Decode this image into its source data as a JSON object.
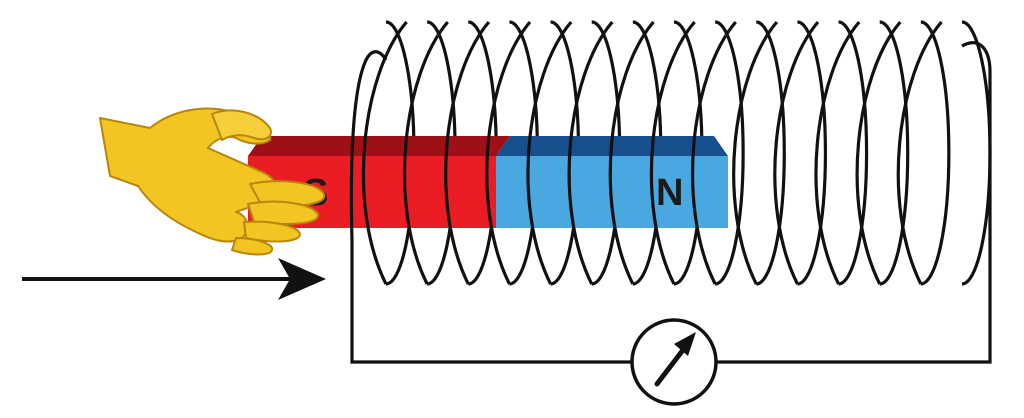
{
  "magnet": {
    "south_label": "S",
    "north_label": "N",
    "south_color": "#ec1c24",
    "north_color": "#4aa8e0"
  },
  "hand": {
    "icon": "hand-icon",
    "color": "#f2c522"
  },
  "motion_arrow": {
    "icon": "right-arrow-icon",
    "direction": "right"
  },
  "coil": {
    "icon": "solenoid-coil"
  },
  "meter": {
    "icon": "galvanometer-icon"
  },
  "colors": {
    "wire": "#111111",
    "background": "#ffffff"
  }
}
